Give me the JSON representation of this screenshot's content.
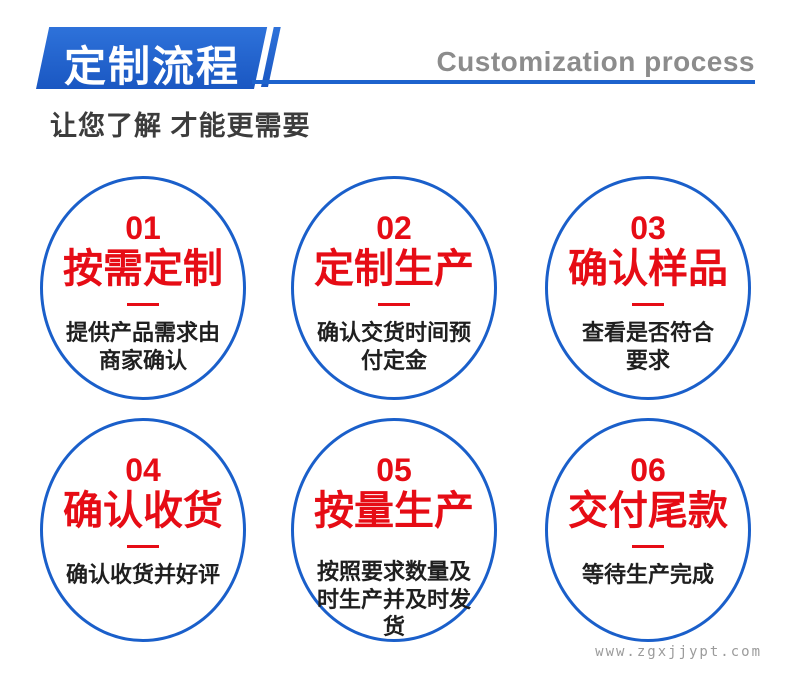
{
  "header": {
    "banner_title": "定制流程",
    "subtitle_en": "Customization process",
    "tagline": "让您了解 才能更需要"
  },
  "steps": [
    {
      "number": "01",
      "title": "按需定制",
      "desc": "提供产品需求由\n商家确认"
    },
    {
      "number": "02",
      "title": "定制生产",
      "desc": "确认交货时间预\n付定金"
    },
    {
      "number": "03",
      "title": "确认样品",
      "desc": "查看是否符合\n要求"
    },
    {
      "number": "04",
      "title": "确认收货",
      "desc": "确认收货并好评"
    },
    {
      "number": "05",
      "title": "按量生产",
      "desc": "按照要求数量及\n时生产并及时发\n货"
    },
    {
      "number": "06",
      "title": "交付尾款",
      "desc": "等待生产完成"
    }
  ],
  "watermark": "www.zgxjjypt.com",
  "colors": {
    "primary_blue": "#1d63cd",
    "accent_red": "#e60c15",
    "gray_en_text": "#8c8c8c",
    "dark_text": "#1f1f1f"
  }
}
